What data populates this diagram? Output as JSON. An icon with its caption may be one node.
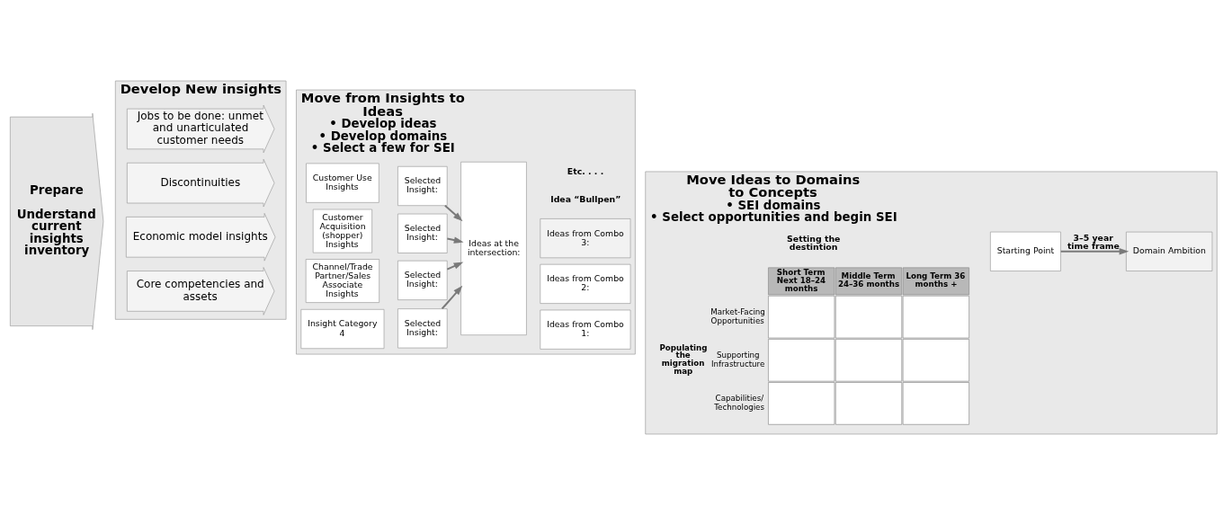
{
  "diagram": {
    "nodes": [
      {
        "text": [
          "Prepare",
          "Understand current insights inventory"
        ]
      },
      {
        "text": [
          "Develop New insights"
        ]
      },
      {
        "text": [
          "Jobs to be done: unmet and unarticulated customer needs"
        ],
        "in": 1
      },
      {
        "text": [
          "Discontinuities"
        ],
        "in": 1
      },
      {
        "text": [
          "Economic model insights"
        ],
        "in": 1
      },
      {
        "text": [
          "Core competencies and assets"
        ],
        "in": 1
      },
      {
        "text": [
          "Move from Insights to Ideas",
          "• Develop ideas",
          "• Develop domains",
          "• Select a few for SEI"
        ]
      },
      {
        "text": [
          "Customer Use Insights"
        ],
        "in": 6
      },
      {
        "text": [
          "Selected Insight:"
        ],
        "in": 6
      },
      {
        "text": [
          "Customer Acquisition (shopper) Insights"
        ],
        "in": 6
      },
      {
        "text": [
          "Selected Insight:"
        ],
        "in": 6
      },
      {
        "text": [
          "Channel/Trade Partner/Sales Associate Insights"
        ],
        "in": 6
      },
      {
        "text": [
          "Selected Insight:"
        ],
        "in": 6
      },
      {
        "text": [
          "Insight Category 4"
        ],
        "in": 6
      },
      {
        "text": [
          "Selected Insight:"
        ],
        "in": 6
      },
      {
        "text": [
          "Ideas at the intersection:"
        ],
        "in": 6
      },
      {
        "text": [
          "Ideas from Combo 1:"
        ],
        "in": 6
      },
      {
        "text": [
          "Ideas from Combo 2:"
        ],
        "in": 6
      },
      {
        "text": [
          "Ideas from Combo 3:"
        ],
        "in": 6
      },
      {
        "text": [
          "Move Ideas to Domains to Concepts",
          "• SEI domains",
          "• Select opportunities and begin SEI"
        ]
      },
      {
        "text": [
          "Starting Point"
        ],
        "in": 19
      },
      {
        "text": [
          "Domain Ambition"
        ],
        "in": 19
      }
    ],
    "edges": [
      {
        "from": 8,
        "to": 15,
        "arrow": "to"
      },
      {
        "from": 10,
        "to": 15,
        "arrow": "to"
      },
      {
        "from": 12,
        "to": 15,
        "arrow": "to"
      },
      {
        "from": 14,
        "to": 15,
        "arrow": "to"
      },
      {
        "from": 20,
        "to": 21,
        "arrow": "to",
        "label": "3–5 year time frame"
      }
    ],
    "labels": [
      "Idea “Bullpen”",
      "Etc. . . .",
      "Setting the destintion",
      "Short Term Next 18–24 months",
      "Middle Term 24–36 months",
      "Long Term 36 months +",
      "Populating the migration map",
      "Market-Facing Opportunities",
      "Supporting Infrastructure",
      "Capabilities/ Technologies"
    ]
  }
}
